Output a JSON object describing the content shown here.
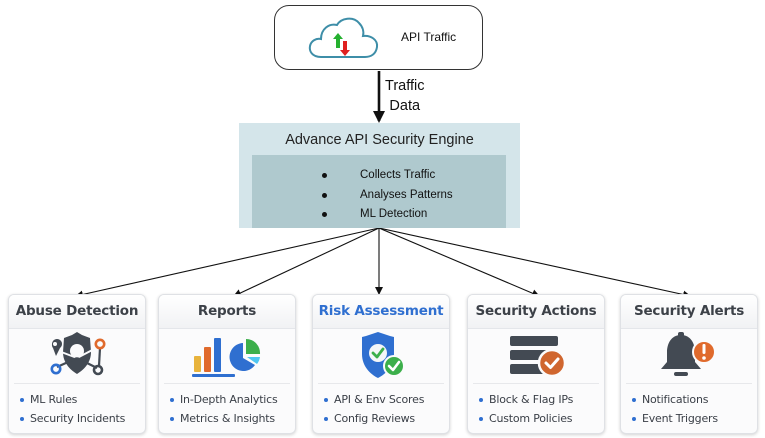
{
  "source": {
    "label": "API Traffic",
    "icon": "cloud-upload-download-icon"
  },
  "flow_label": [
    "Traffic",
    "Data"
  ],
  "engine": {
    "title": "Advance API Security Engine",
    "bullets": [
      "Collects Traffic",
      "Analyses Patterns",
      "ML Detection"
    ]
  },
  "cards": [
    {
      "id": "abuse-detection",
      "title": "Abuse Detection",
      "icon": "network-shield-icon",
      "items": [
        "ML Rules",
        "Security Incidents"
      ]
    },
    {
      "id": "reports",
      "title": "Reports",
      "icon": "bar-pie-chart-icon",
      "items": [
        "In-Depth Analytics",
        "Metrics & Insights"
      ]
    },
    {
      "id": "risk-assessment",
      "title": "Risk Assessment",
      "icon": "shield-check-icon",
      "items": [
        "API & Env Scores",
        "Config Reviews"
      ]
    },
    {
      "id": "security-actions",
      "title": "Security Actions",
      "icon": "server-check-icon",
      "items": [
        "Block & Flag IPs",
        "Custom Policies"
      ]
    },
    {
      "id": "security-alerts",
      "title": "Security Alerts",
      "icon": "bell-alert-icon",
      "items": [
        "Notifications",
        "Event Triggers"
      ]
    }
  ],
  "colors": {
    "accent_blue": "#2f6fd0",
    "engine_outer": "#d4e5ea",
    "engine_inner": "#afc9ce",
    "orange": "#e06a2c",
    "green": "#2ea84a",
    "red": "#e02020",
    "dark_icon": "#434a53"
  }
}
